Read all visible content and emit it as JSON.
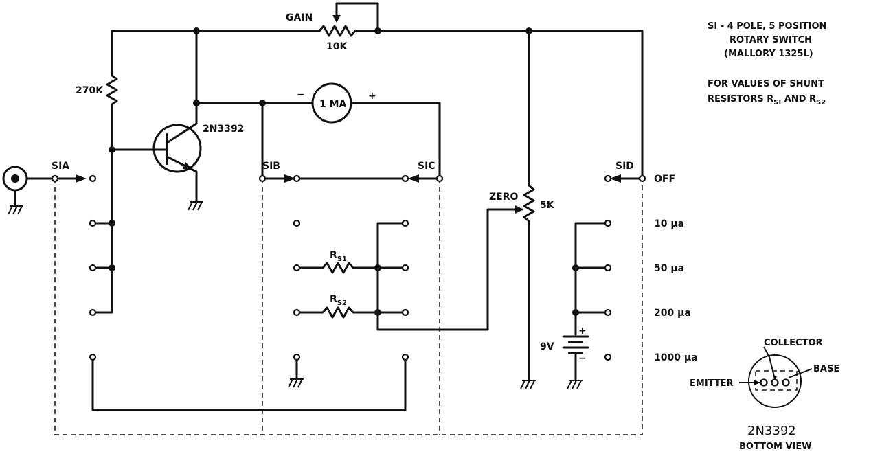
{
  "labels": {
    "gain": "GAIN",
    "gain_value": "10K",
    "r_base": "270K",
    "transistor": "2N3392",
    "meter": "1 MA",
    "meter_minus": "−",
    "meter_plus": "+",
    "s1a": "SIA",
    "s1b": "SIB",
    "s1c": "SIC",
    "s1d": "SID",
    "zero": "ZERO",
    "zero_value": "5K",
    "rs1_main": "R",
    "rs1_sub": "S1",
    "rs2_main": "R",
    "rs2_sub": "S2",
    "battery": "9V",
    "battery_plus": "+",
    "battery_minus": "−"
  },
  "positions": [
    "OFF",
    "10 µa",
    "50 µa",
    "200 µa",
    "1000 µa"
  ],
  "notes": {
    "switch_line1": "SI - 4 POLE, 5 POSITION",
    "switch_line2": "ROTARY SWITCH",
    "switch_line3": "(MALLORY 1325L)",
    "shunt_line1": "FOR VALUES OF SHUNT",
    "shunt_line2_prefix": "RESISTORS R",
    "shunt_sub1": "SI",
    "shunt_and": " AND R",
    "shunt_sub2": "S2"
  },
  "pinout": {
    "collector": "COLLECTOR",
    "base": "BASE",
    "emitter": "EMITTER",
    "part": "2N3392",
    "view": "BOTTOM VIEW"
  }
}
